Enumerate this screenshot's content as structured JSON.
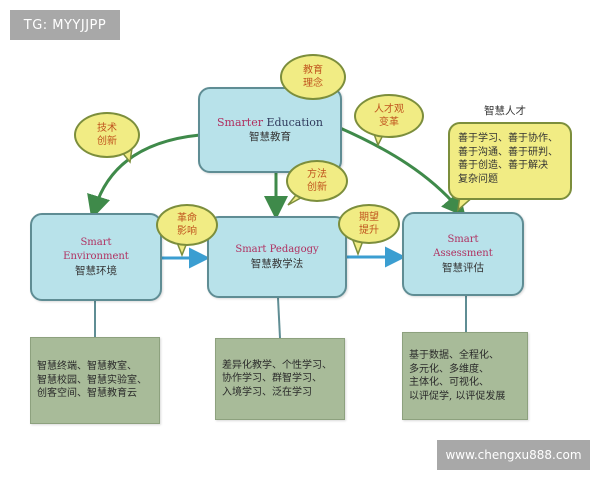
{
  "watermarks": {
    "top_left": "TG: MYYJJPP",
    "bottom_right": "www.chengxu888.com"
  },
  "center": {
    "en_red": "Smarter",
    "en_dark": "Education",
    "zh": "智慧教育"
  },
  "nodes": {
    "environment": {
      "en_line1": "Smart",
      "en_line2": "Environment",
      "zh": "智慧环境"
    },
    "pedagogy": {
      "en_line1": "Smart Pedagogy",
      "zh": "智慧教学法"
    },
    "assessment": {
      "en_line1": "Smart",
      "en_line2": "Assessment",
      "zh": "智慧评估"
    }
  },
  "bubbles": {
    "education_idea": {
      "line1": "教育",
      "line2": "理念"
    },
    "tech_innovation": {
      "line1": "技术",
      "line2": "创新"
    },
    "talent_view": {
      "line1": "人才观",
      "line2": "变革"
    },
    "method_innovation": {
      "line1": "方法",
      "line2": "创新"
    },
    "revolution_impact": {
      "line1": "革命",
      "line2": "影响"
    },
    "expectation_rise": {
      "line1": "期望",
      "line2": "提升"
    }
  },
  "talent": {
    "title": "智慧人才",
    "lines": [
      "善于学习、善于协作、",
      "善于沟通、善于研判、",
      "善于创造、善于解决",
      "复杂问题"
    ]
  },
  "details": {
    "environment": [
      "智慧终端、智慧教室、",
      "智慧校园、智慧实验室、",
      "创客空间、智慧教育云"
    ],
    "pedagogy": [
      "差异化教学、个性学习、",
      "协作学习、群智学习、",
      "入境学习、泛在学习"
    ],
    "assessment": [
      "基于数据、全程化、",
      "多元化、多维度、",
      "主体化、可视化、",
      "以评促学, 以评促发展"
    ]
  },
  "colors": {
    "node_fill": "#b8e2ea",
    "node_border": "#5f8d94",
    "bubble_fill": "#f1ec84",
    "bubble_text": "#c0541e",
    "green_arrow": "#3f8a4a",
    "blue_arrow": "#3b9ed1",
    "detail_fill": "#a8bb99"
  }
}
